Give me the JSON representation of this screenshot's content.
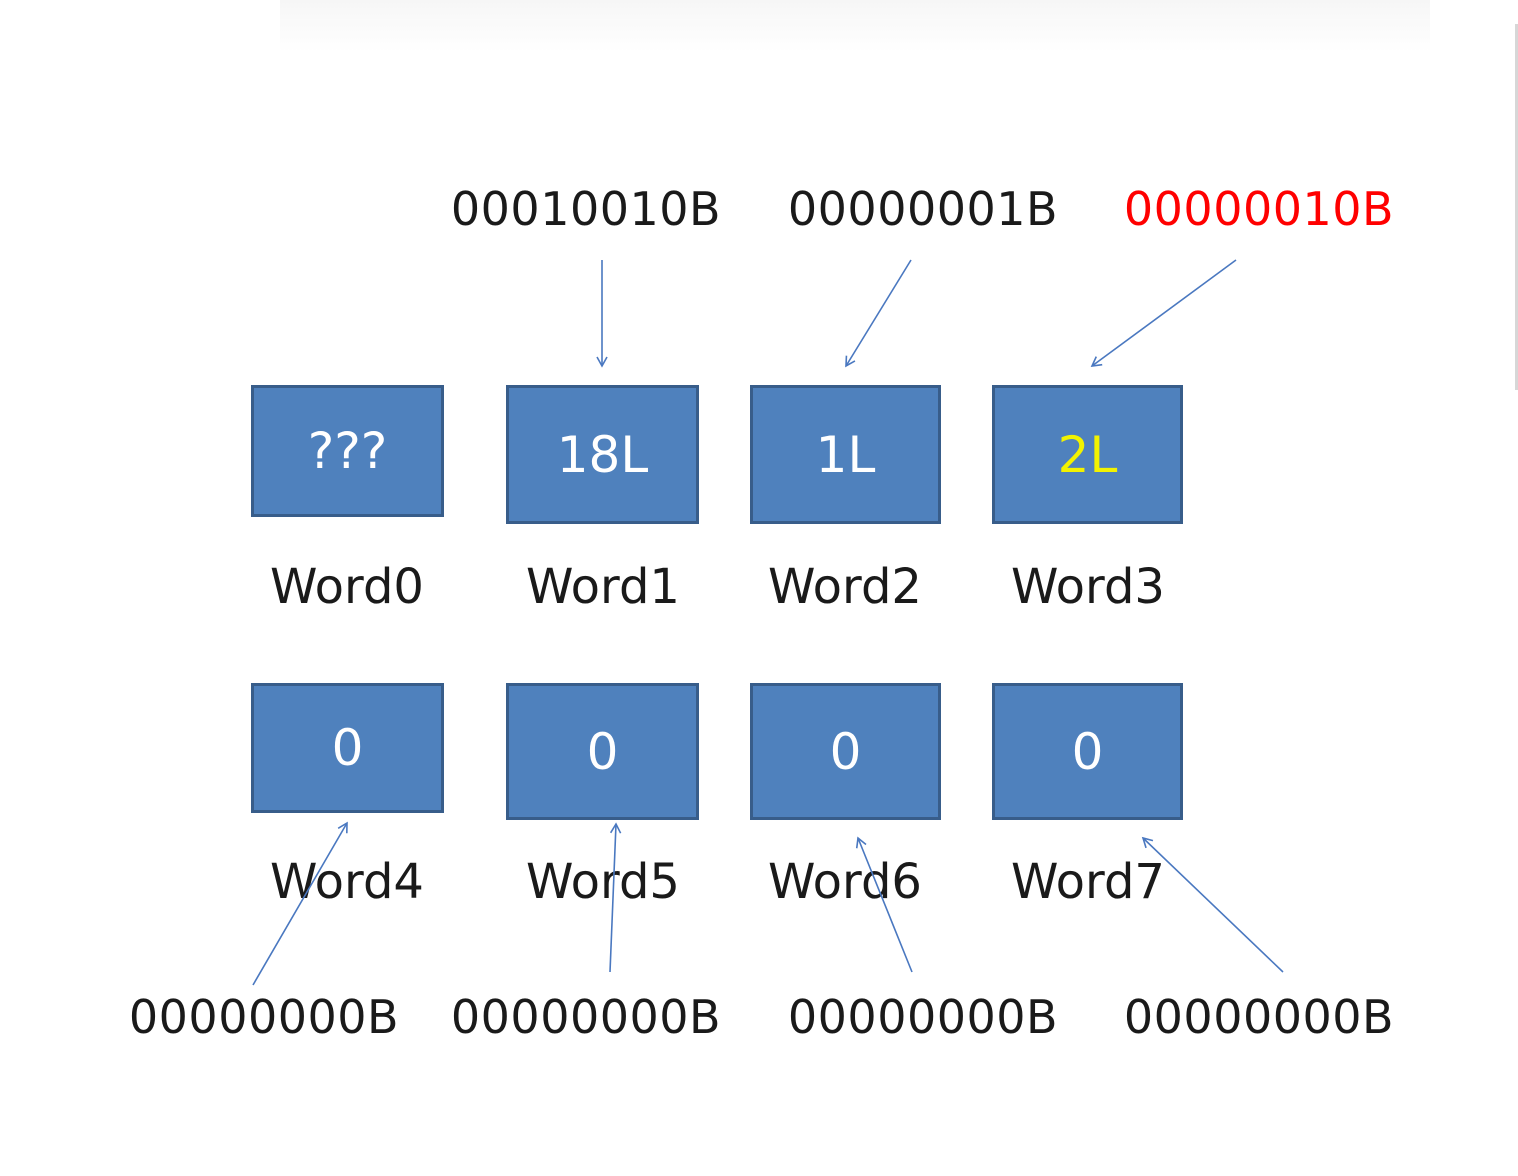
{
  "colors": {
    "box_fill": "#4f81bd",
    "box_border": "#385d8a",
    "box_text": "#ffffff",
    "highlight_text": "#f2f200",
    "highlight_label": "#ff0000",
    "arrow": "#4a78c0"
  },
  "top_labels": [
    {
      "text": "00010010B",
      "highlight": false
    },
    {
      "text": "00000001B",
      "highlight": false
    },
    {
      "text": "00000010B",
      "highlight": true
    }
  ],
  "row1": [
    {
      "value": "???",
      "word": "Word0",
      "highlight": false
    },
    {
      "value": "18L",
      "word": "Word1",
      "highlight": false
    },
    {
      "value": "1L",
      "word": "Word2",
      "highlight": false
    },
    {
      "value": "2L",
      "word": "Word3",
      "highlight": true
    }
  ],
  "row2": [
    {
      "value": "0",
      "word": "Word4"
    },
    {
      "value": "0",
      "word": "Word5"
    },
    {
      "value": "0",
      "word": "Word6"
    },
    {
      "value": "0",
      "word": "Word7"
    }
  ],
  "bottom_labels": [
    {
      "text": "00000000B"
    },
    {
      "text": "00000000B"
    },
    {
      "text": "00000000B"
    },
    {
      "text": "00000000B"
    }
  ]
}
